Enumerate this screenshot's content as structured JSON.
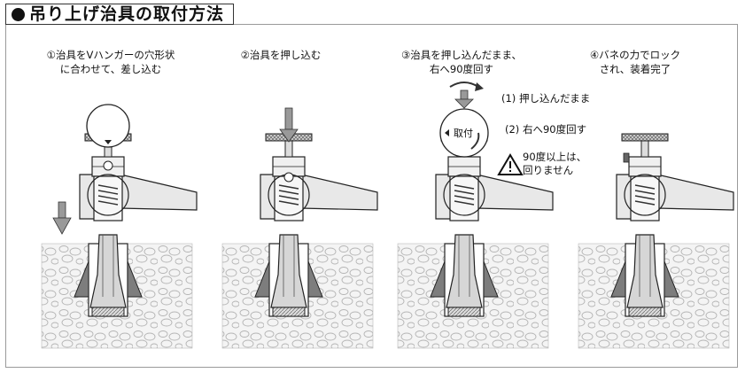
{
  "title": "吊り上げ治具の取付方法",
  "steps": [
    {
      "line1": "①治具をVハンガーの穴形状",
      "line2": "に合わせて、差し込む"
    },
    {
      "line1": "②治具を押し込む",
      "line2": ""
    },
    {
      "line1": "③治具を押し込んだまま、",
      "line2": "右へ90度回す"
    },
    {
      "line1": "④バネの力でロック",
      "line2": "され、装着完了"
    }
  ],
  "notes": {
    "push": "(1) 押し込んだまま",
    "rotate": "(2) 右へ90度回す",
    "dial_label": "取付",
    "warning_line1": "90度以上は、",
    "warning_line2": "回りません"
  },
  "colors": {
    "line": "#222222",
    "ground": "#f2f2f2",
    "stone": "#bdbdbd",
    "metal": "#e6e6e6",
    "spring": "#555555"
  }
}
